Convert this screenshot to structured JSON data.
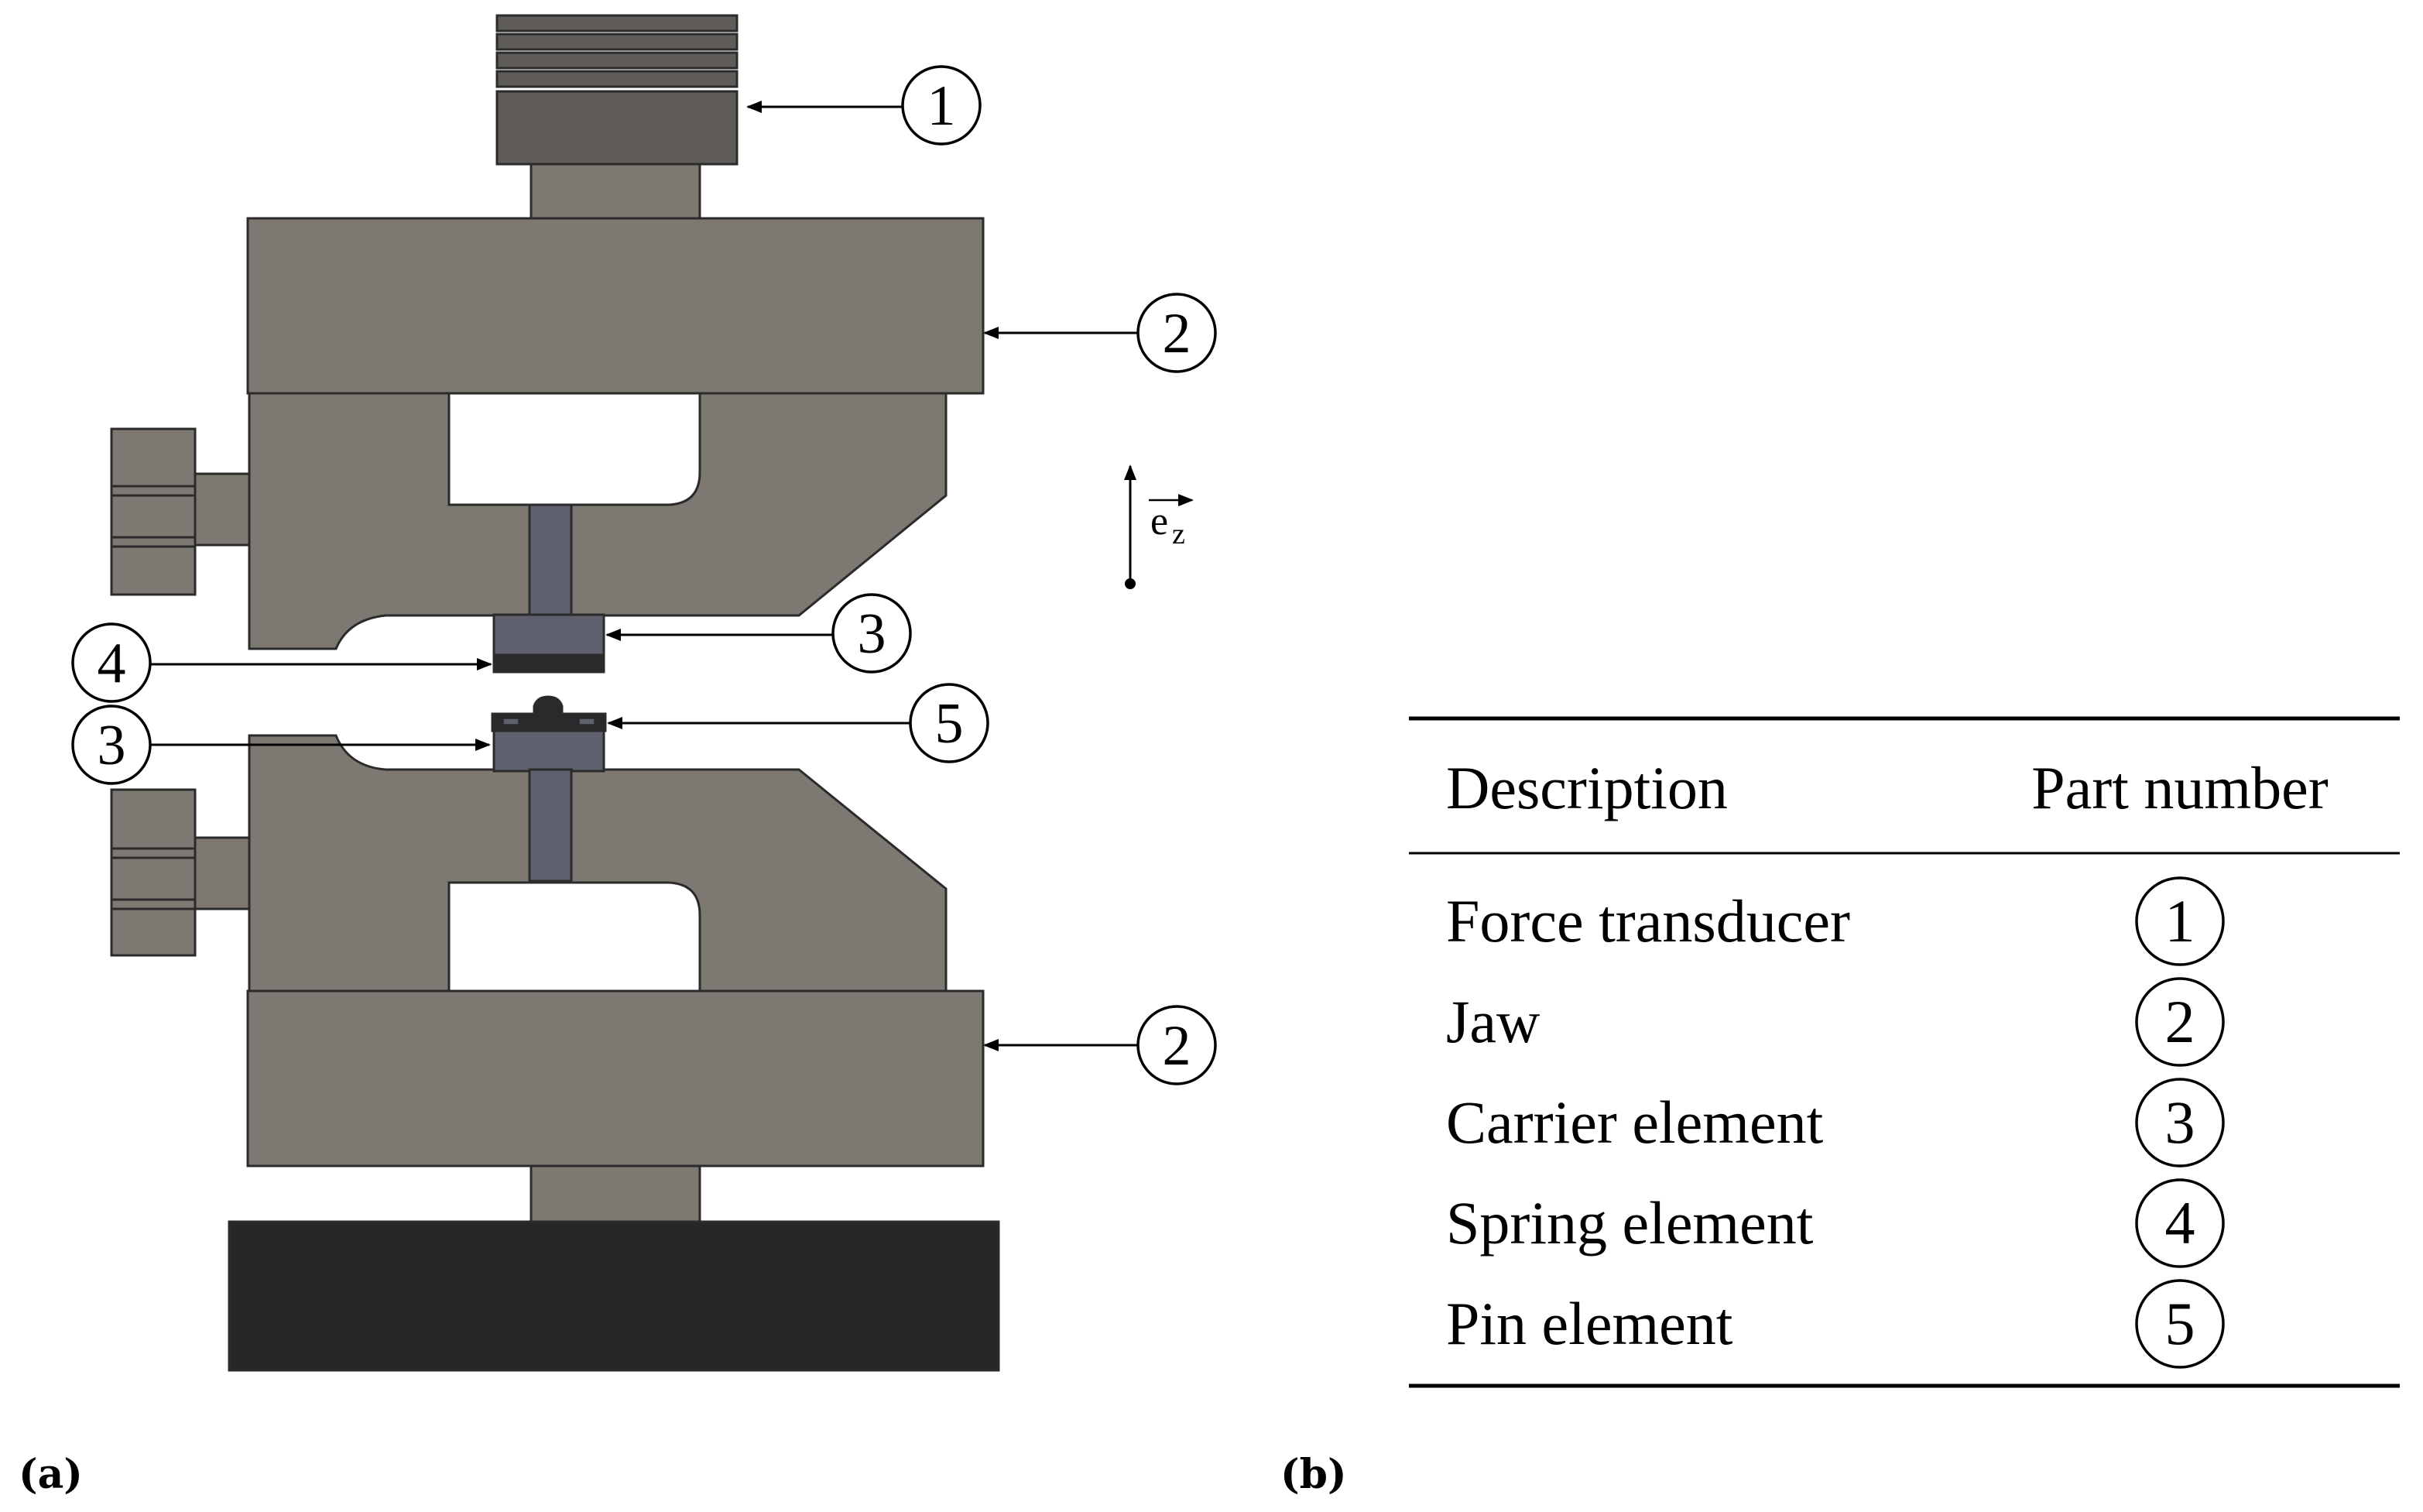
{
  "panels": {
    "a_label": "(a)",
    "b_label": "(b)"
  },
  "axis": {
    "symbol": "e",
    "subscript": "z"
  },
  "callouts": {
    "force_transducer": "1",
    "jaw_top": "2",
    "carrier_top": "3",
    "spring": "4",
    "carrier_bottom": "3",
    "pin": "5",
    "jaw_bottom": "2"
  },
  "table": {
    "headers": {
      "description": "Description",
      "part_number": "Part number"
    },
    "rows": [
      {
        "description": "Force transducer",
        "part_number": "1"
      },
      {
        "description": "Jaw",
        "part_number": "2"
      },
      {
        "description": "Carrier element",
        "part_number": "3"
      },
      {
        "description": "Spring element",
        "part_number": "4"
      },
      {
        "description": "Pin element",
        "part_number": "5"
      }
    ]
  },
  "colors": {
    "jaw_gray": "#7d7872",
    "transducer_gray": "#5f5b57",
    "carrier_blue_gray": "#5f606e",
    "spring_dark": "#2a2a2c",
    "base_black": "#272727",
    "outline": "#2b2b2b"
  }
}
